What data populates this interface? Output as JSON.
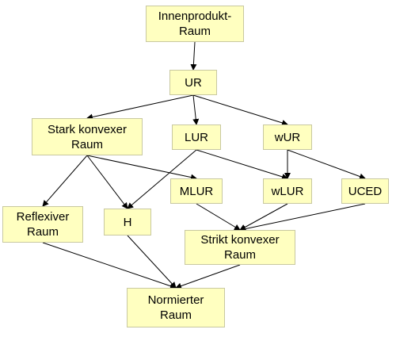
{
  "diagram": {
    "nodes": [
      {
        "id": "inner",
        "label": "Innenprodukt-\nRaum"
      },
      {
        "id": "ur",
        "label": "UR"
      },
      {
        "id": "stark",
        "label": "Stark konvexer\nRaum"
      },
      {
        "id": "lur",
        "label": "LUR"
      },
      {
        "id": "wur",
        "label": "wUR"
      },
      {
        "id": "mlur",
        "label": "MLUR"
      },
      {
        "id": "wlur",
        "label": "wLUR"
      },
      {
        "id": "uced",
        "label": "UCED"
      },
      {
        "id": "reflex",
        "label": "Reflexiver\nRaum"
      },
      {
        "id": "h",
        "label": "H"
      },
      {
        "id": "strikt",
        "label": "Strikt konvexer\nRaum"
      },
      {
        "id": "norm",
        "label": "Normierter\nRaum"
      }
    ],
    "edges": [
      {
        "from": "inner",
        "to": "ur"
      },
      {
        "from": "ur",
        "to": "stark"
      },
      {
        "from": "ur",
        "to": "lur"
      },
      {
        "from": "ur",
        "to": "wur"
      },
      {
        "from": "stark",
        "to": "reflex"
      },
      {
        "from": "stark",
        "to": "h"
      },
      {
        "from": "stark",
        "to": "mlur"
      },
      {
        "from": "lur",
        "to": "h"
      },
      {
        "from": "lur",
        "to": "wlur"
      },
      {
        "from": "wur",
        "to": "wlur"
      },
      {
        "from": "wur",
        "to": "uced"
      },
      {
        "from": "mlur",
        "to": "strikt"
      },
      {
        "from": "wlur",
        "to": "strikt"
      },
      {
        "from": "uced",
        "to": "strikt"
      },
      {
        "from": "reflex",
        "to": "norm"
      },
      {
        "from": "h",
        "to": "norm"
      },
      {
        "from": "strikt",
        "to": "norm"
      }
    ],
    "colors": {
      "node_fill": "#ffffc0",
      "node_border": "#c8c8a0",
      "edge": "#000000"
    }
  }
}
